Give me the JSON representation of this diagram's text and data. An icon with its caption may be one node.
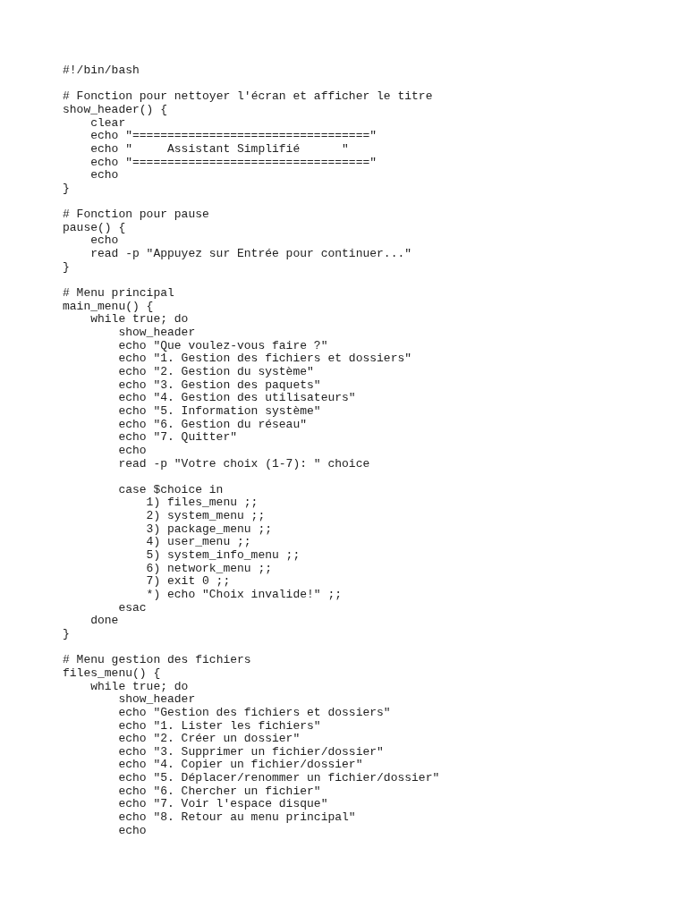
{
  "diagram": {
    "labels": [
      "#!/bin/bash",
      "# Fonction pour nettoyer l'écran et afficher le titre",
      "show_header() {",
      "clear",
      "echo \"==================================\"",
      "echo \"     Assistant Simplifié      \"",
      "echo \"==================================\"",
      "echo",
      "}",
      "# Fonction pour pause",
      "pause() {",
      "echo",
      "read -p \"Appuyez sur Entrée pour continuer...\"",
      "}",
      "# Menu principal",
      "main_menu() {",
      "while true; do",
      "show_header",
      "echo \"Que voulez-vous faire ?\"",
      "echo \"1. Gestion des fichiers et dossiers\"",
      "echo \"2. Gestion du système\"",
      "echo \"3. Gestion des paquets\"",
      "echo \"4. Gestion des utilisateurs\"",
      "echo \"5. Information système\"",
      "echo \"6. Gestion du réseau\"",
      "echo \"7. Quitter\"",
      "echo",
      "read -p \"Votre choix (1-7): \" choice",
      "case $choice in",
      "1) files_menu ;;",
      "2) system_menu ;;",
      "3) package_menu ;;",
      "4) user_menu ;;",
      "5) system_info_menu ;;",
      "6) network_menu ;;",
      "7) exit 0 ;;",
      "*) echo \"Choix invalide!\" ;;",
      "esac",
      "done",
      "}",
      "# Menu gestion des fichiers",
      "files_menu() {",
      "while true; do",
      "show_header",
      "echo \"Gestion des fichiers et dossiers\"",
      "echo \"1. Lister les fichiers\"",
      "echo \"2. Créer un dossier\"",
      "echo \"3. Supprimer un fichier/dossier\"",
      "echo \"4. Copier un fichier/dossier\"",
      "echo \"5. Déplacer/renommer un fichier/dossier\"",
      "echo \"6. Chercher un fichier\"",
      "echo \"7. Voir l'espace disque\"",
      "echo \"8. Retour au menu principal\"",
      "echo"
    ]
  }
}
